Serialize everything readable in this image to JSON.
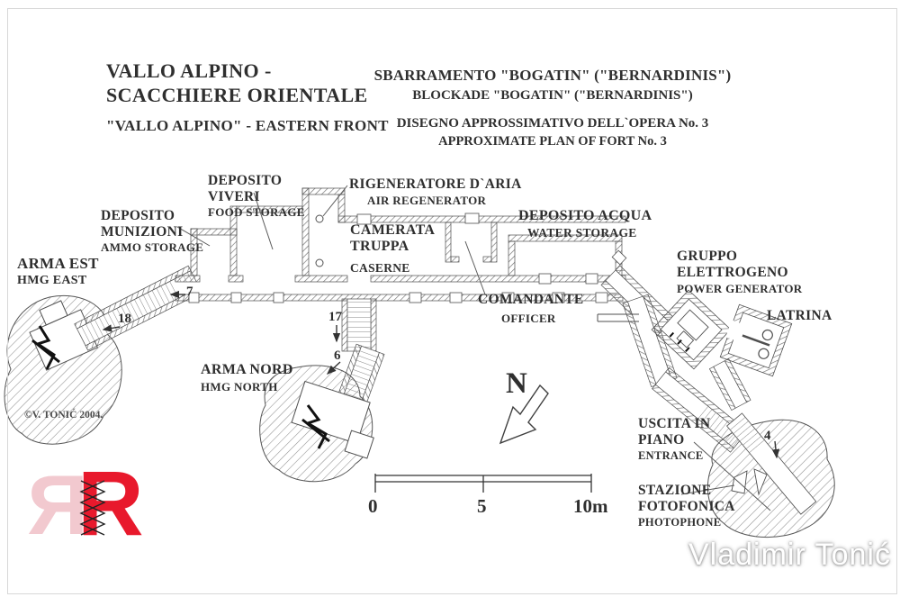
{
  "header": {
    "title_line1": "VALLO ALPINO -",
    "title_line2": "SCACCHIERE ORIENTALE",
    "subtitle": "\"VALLO ALPINO\" - EASTERN FRONT",
    "right_line1": "SBARRAMENTO \"BOGATIN\" (\"BERNARDINIS\")",
    "right_line2": "BLOCKADE  \"BOGATIN\" (\"BERNARDINIS\")",
    "right_line3": "DISEGNO APPROSSIMATIVO DELL`OPERA No. 3",
    "right_line4": "APPROXIMATE PLAN OF  FORT No. 3"
  },
  "labels": {
    "food": {
      "l1": "DEPOSITO",
      "l2": "VIVERI",
      "en": "FOOD STORAGE"
    },
    "air": {
      "l1": "RIGENERATORE D`ARIA",
      "en": "AIR REGENERATOR"
    },
    "ammo": {
      "l1": "DEPOSITO",
      "l2": "MUNIZIONI",
      "en": "AMMO STORAGE"
    },
    "hmg_east": {
      "l1": "ARMA EST",
      "en": "HMG EAST"
    },
    "barracks": {
      "l1": "CAMERATA",
      "l2": "TRUPPA",
      "en": "CASERNE"
    },
    "water": {
      "l1": "DEPOSITO ACQUA",
      "en": "WATER STORAGE"
    },
    "generator": {
      "l1": "GRUPPO",
      "l2": "ELETTROGENO",
      "en": "POWER GENERATOR"
    },
    "officer": {
      "l1": "COMANDANTE",
      "en": "OFFICER"
    },
    "latrine": {
      "l1": "LATRINA"
    },
    "hmg_north": {
      "l1": "ARMA NORD",
      "en": "HMG NORTH"
    },
    "exit": {
      "l1": "USCITA IN",
      "l2": "PIANO",
      "en": "ENTRANCE"
    },
    "photophone": {
      "l1": "STAZIONE",
      "l2": "FOTOFONICA",
      "en": "PHOTOPHONE"
    }
  },
  "steps": {
    "s7": "7",
    "s18": "18",
    "s17": "17",
    "s6": "6",
    "s4": "4"
  },
  "compass_n": "N",
  "scalebar": {
    "t0": "0",
    "t5": "5",
    "t10": "10m"
  },
  "credits": {
    "copyright": "©V. TONIĆ 2004.",
    "watermark": "Vladimir Tonić",
    "logo_letter": "R"
  },
  "colors": {
    "ink": "#2f2f2f",
    "wall": "#4f4f4f",
    "logo_red": "#e8192c",
    "logo_pink": "#f2c9cf"
  }
}
